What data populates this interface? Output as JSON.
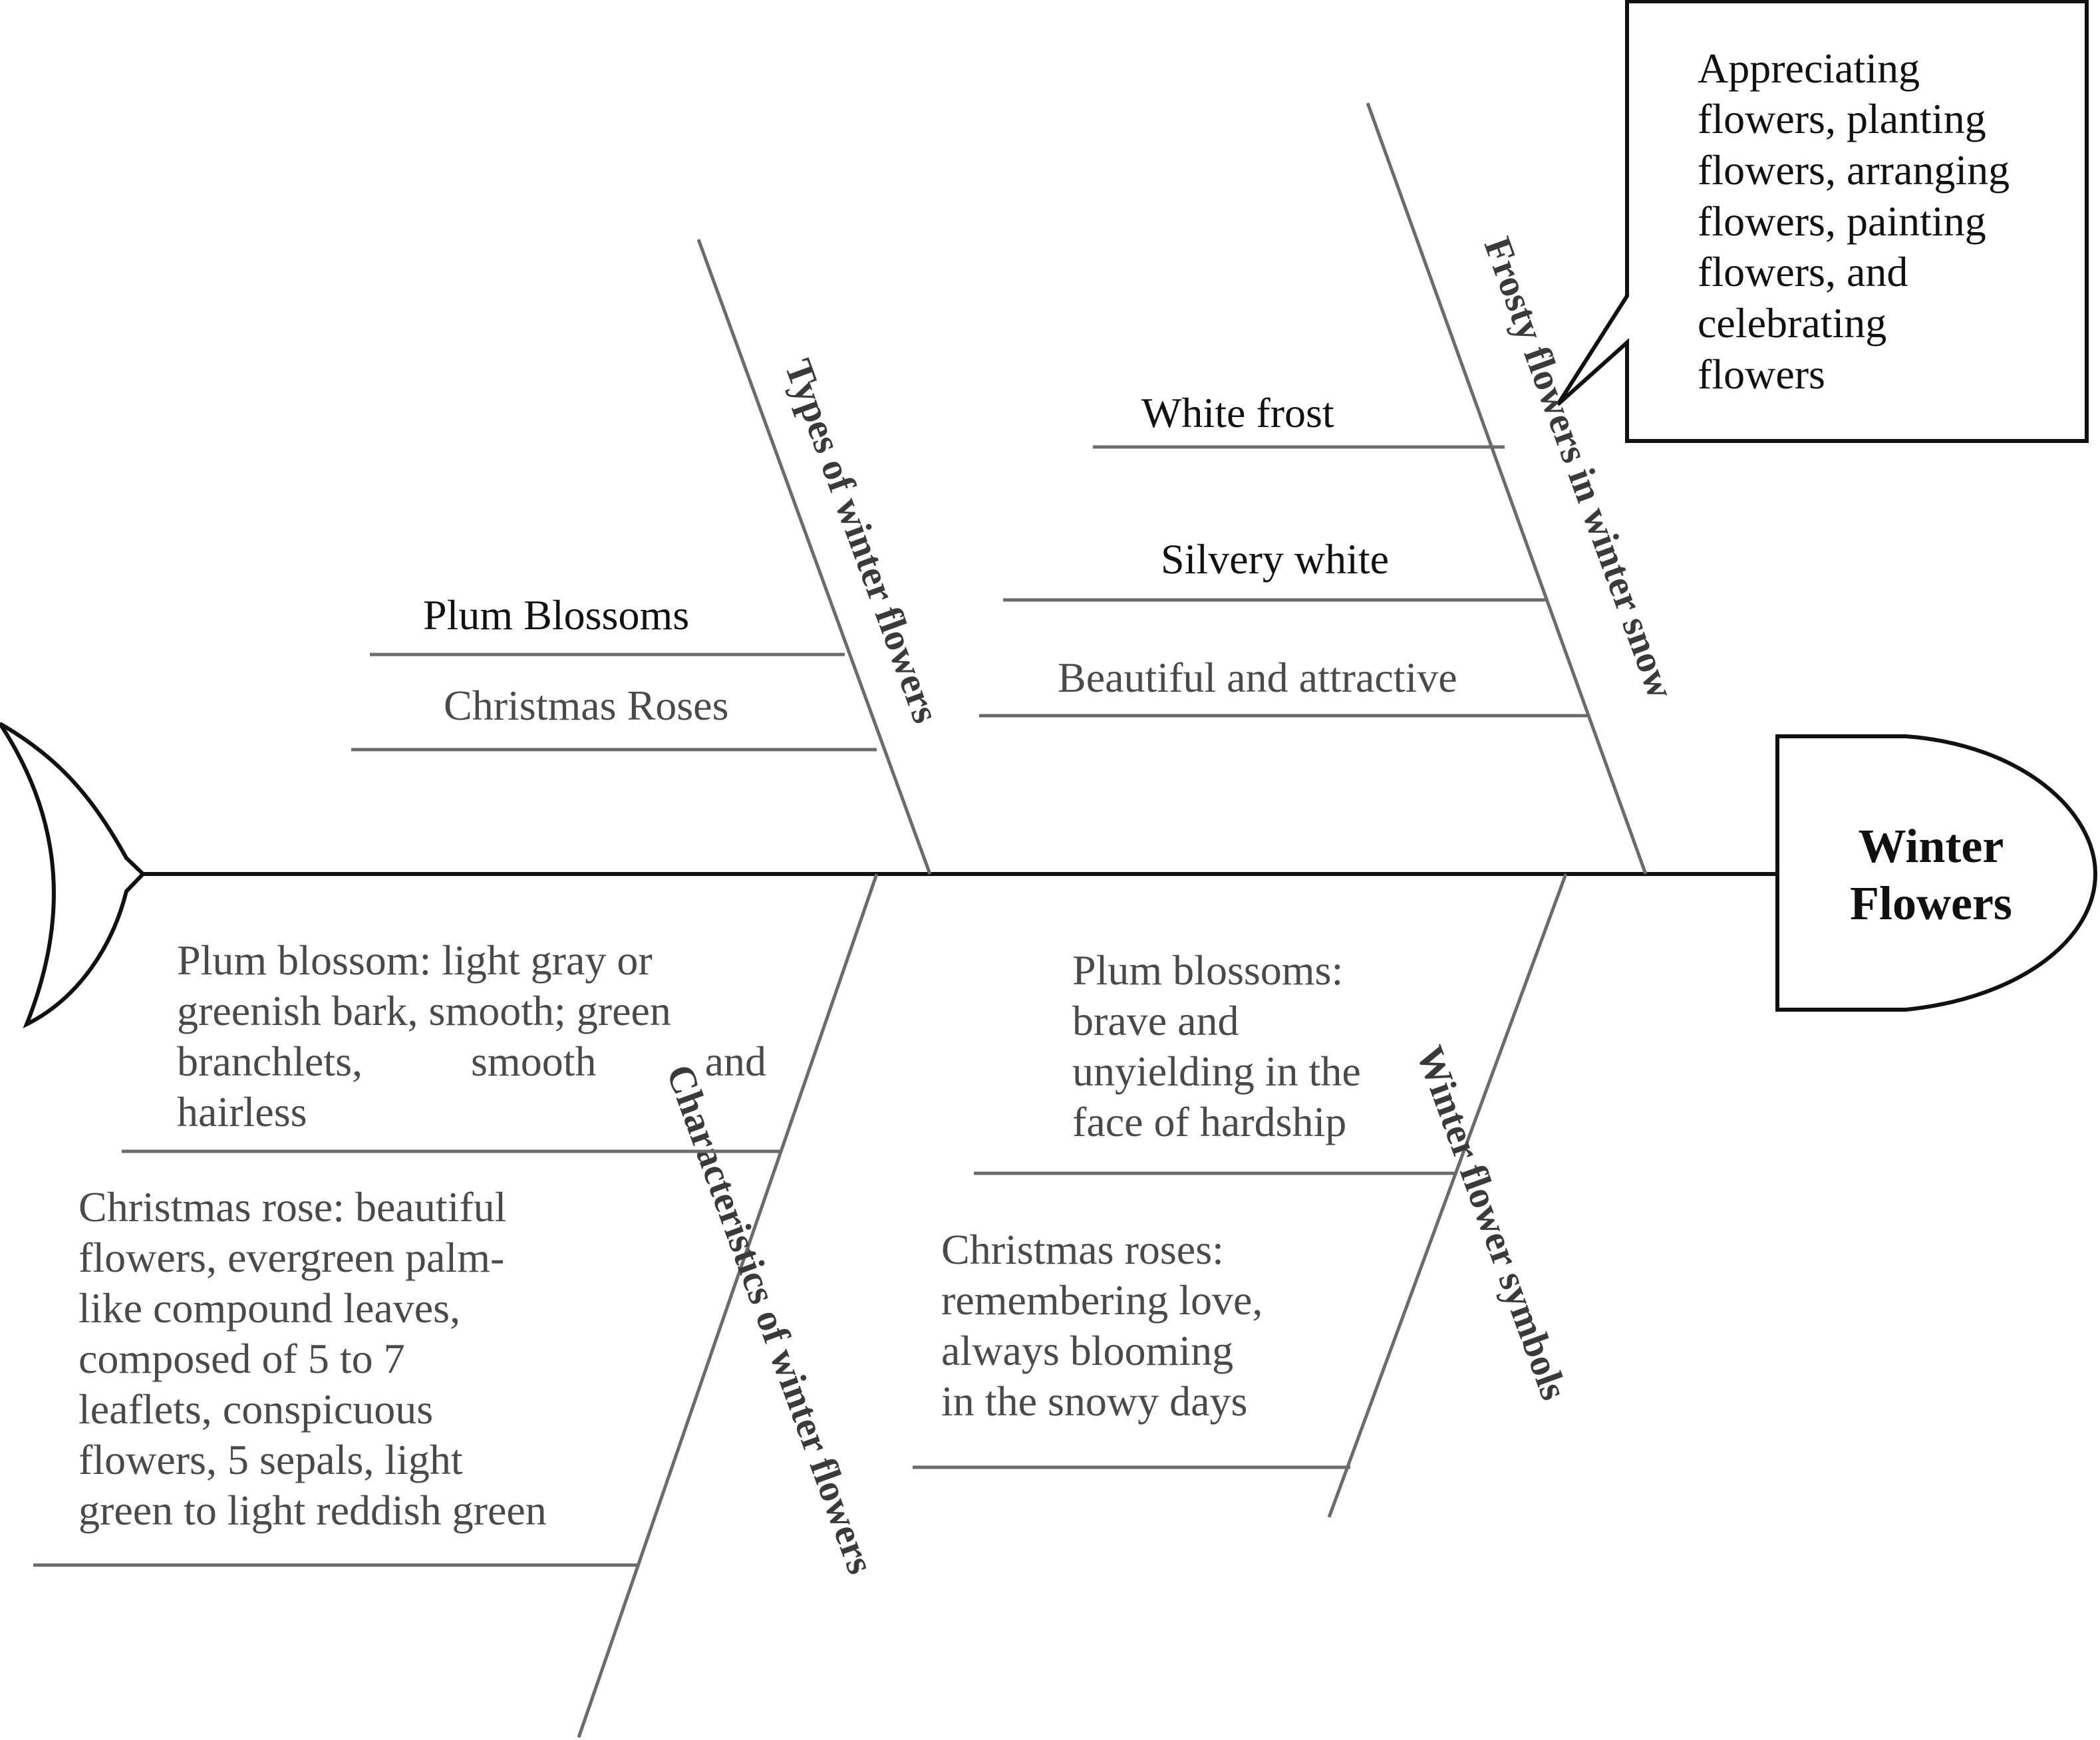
{
  "head": {
    "line1": "Winter",
    "line2": "Flowers"
  },
  "callout": {
    "lines": [
      "Appreciating",
      "flowers, planting",
      "flowers, arranging",
      "flowers, painting",
      "flowers, and",
      "celebrating",
      "flowers"
    ]
  },
  "bones": {
    "types": {
      "label": "Types of winter flowers",
      "items": [
        "Plum Blossoms",
        "Christmas Roses"
      ]
    },
    "frosty": {
      "label": "Frosty flowers in winter snow",
      "items": [
        "White frost",
        "Silvery white",
        "Beautiful and attractive"
      ]
    },
    "characteristics": {
      "label": "Characteristics of winter flowers",
      "plum": [
        "Plum blossom: light gray or",
        "greenish bark, smooth; green",
        "branchlets,",
        "smooth",
        "and",
        "hairless"
      ],
      "rose": [
        "Christmas rose: beautiful",
        "flowers, evergreen palm-",
        "like compound leaves,",
        "composed of 5 to 7",
        "leaflets, conspicuous",
        "flowers, 5 sepals, light",
        "green to light reddish green"
      ]
    },
    "symbols": {
      "label": "Winter flower symbols",
      "plum": [
        "Plum blossoms:",
        "brave and",
        "unyielding in the",
        "face of hardship"
      ],
      "rose": [
        "Christmas roses:",
        "remembering love,",
        "always blooming",
        "in the snowy days"
      ]
    }
  }
}
